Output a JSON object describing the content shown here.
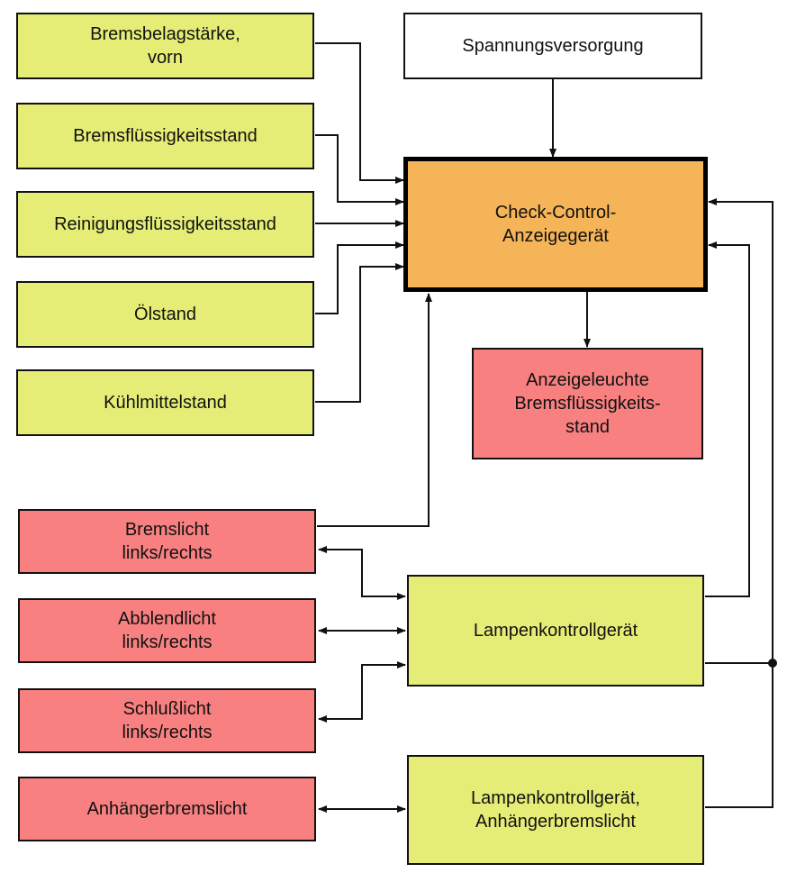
{
  "colors": {
    "sensor_box": "#e5ed76",
    "lamp_box": "#f88080",
    "central_box": "#f5b457",
    "supply_box": "#ffffff",
    "wire": "#111111"
  },
  "supply": {
    "label": "Spannungsversorgung"
  },
  "central": {
    "label": "Check-Control-\nAnzeigegerät"
  },
  "indicator": {
    "label": "Anzeigeleuchte\nBremsflüssigkeits-\nstand"
  },
  "sensors": [
    {
      "label": "Bremsbelagstärke,\nvorn"
    },
    {
      "label": "Bremsflüssigkeitsstand"
    },
    {
      "label": "Reinigungsflüssigkeitsstand"
    },
    {
      "label": "Ölstand"
    },
    {
      "label": "Kühlmittelstand"
    }
  ],
  "lamps": [
    {
      "label": "Bremslicht\nlinks/rechts"
    },
    {
      "label": "Abblendlicht\nlinks/rechts"
    },
    {
      "label": "Schlußlicht\nlinks/rechts"
    },
    {
      "label": "Anhängerbremslicht"
    }
  ],
  "controllers": [
    {
      "label": "Lampenkontrollgerät"
    },
    {
      "label": "Lampenkontrollgerät,\nAnhängerbremslicht"
    }
  ]
}
